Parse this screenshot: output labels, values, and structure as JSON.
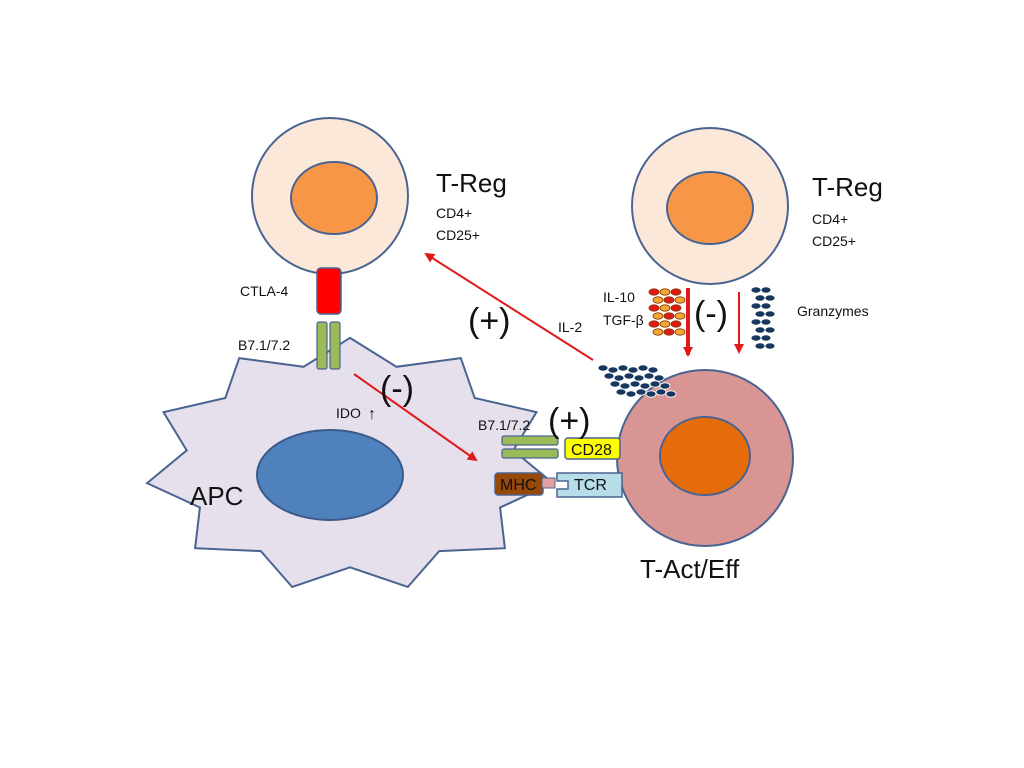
{
  "labels": {
    "treg_left": {
      "title": "T-Reg",
      "line1": "CD4+",
      "line2": "CD25+"
    },
    "treg_right": {
      "title": "T-Reg",
      "line1": "CD4+",
      "line2": "CD25+"
    },
    "ctla4": "CTLA-4",
    "b7_top": "B7.1/7.2",
    "b7_synapse": "B7.1/7.2",
    "ido": "IDO",
    "apc": "APC",
    "il2": "IL-2",
    "il10": "IL-10",
    "tgfb": "TGF-β",
    "granzymes": "Granzymes",
    "cd28": "CD28",
    "mhc": "MHC",
    "tcr": "TCR",
    "tact": "T-Act/Eff",
    "plus_il2": "(+)",
    "minus_ido": "(-)",
    "plus_synapse": "(+)",
    "minus_right": "(-)",
    "up_arrow": "↑"
  },
  "colors": {
    "membrane": "#4a6491",
    "treg_body": "#fce8d9",
    "treg_nucleus": "#f79646",
    "apc_body": "#e6e0ec",
    "apc_nucleus": "#4f81bd",
    "teff_body": "#d99594",
    "teff_nucleus": "#e46c0a",
    "ctla4": "#ff0000",
    "b7": "#9bbb59",
    "cd28": "#ffff00",
    "mhc": "#984807",
    "tcr": "#b7dde8",
    "arrow": "#e01a1a",
    "granule_blue": "#17375e",
    "granule_orange": "#f6a735",
    "granule_red": "#e01a1a"
  }
}
